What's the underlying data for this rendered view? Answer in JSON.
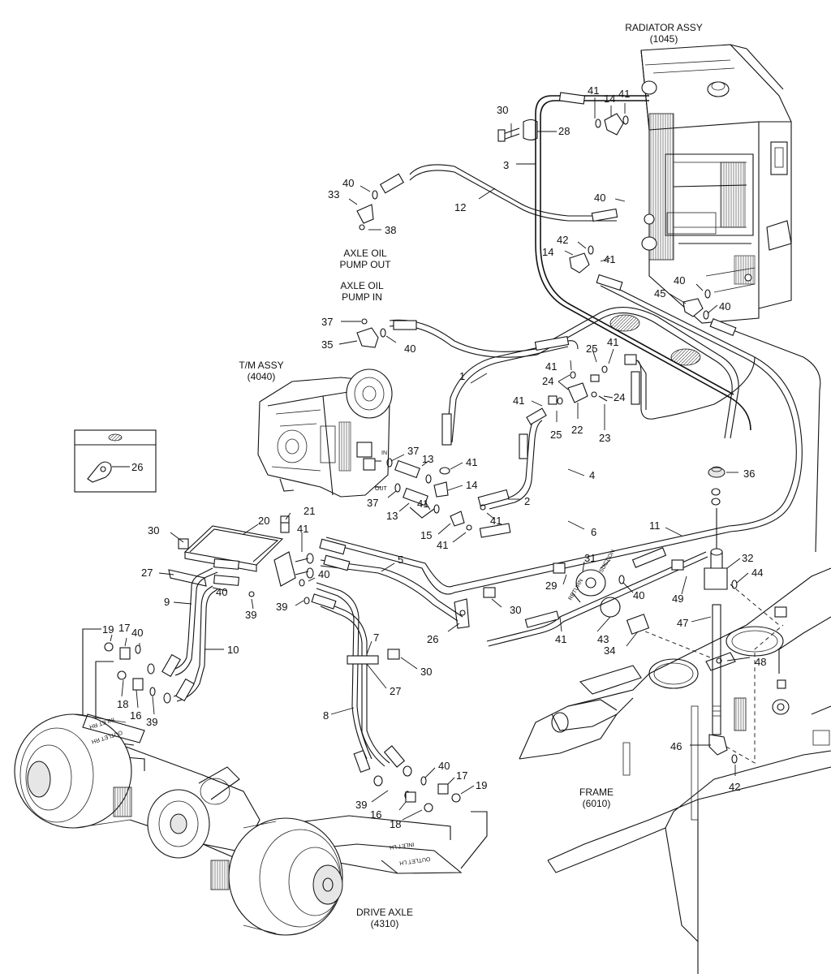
{
  "assemblies": {
    "radiator": {
      "name": "RADIATOR ASSY",
      "code": "(1045)"
    },
    "transmission": {
      "name": "T/M ASSY",
      "code": "(4040)"
    },
    "frame": {
      "name": "FRAME",
      "code": "(6010)"
    },
    "drive_axle": {
      "name": "DRIVE AXLE",
      "code": "(4310)"
    }
  },
  "port_labels": {
    "axle_pump_out": [
      "AXLE OIL",
      "PUMP OUT"
    ],
    "axle_pump_in": [
      "AXLE OIL",
      "PUMP IN"
    ],
    "tm_in": "IN",
    "tm_out": "OUT",
    "suction": "SUCTION",
    "return": "RETURN",
    "inlet_rh": "INLET RH",
    "outlet_rh": "OUTLET RH",
    "inlet_lh": "INLET LH",
    "outlet_lh": "OUTLET LH"
  },
  "inset_callout": "26",
  "callouts": {
    "c30a": "30",
    "c41a": "41",
    "c14a": "14",
    "c41b": "41",
    "c28": "28",
    "c3": "3",
    "c40a": "40",
    "c33": "33",
    "c38": "38",
    "c12": "12",
    "c40b": "40",
    "c42a": "42",
    "c14b": "14",
    "c41c": "41",
    "c40c": "40",
    "c45": "45",
    "c40d": "40",
    "c37a": "37",
    "c35": "35",
    "c40e": "40",
    "c41d": "41",
    "c25a": "25",
    "c41e": "41",
    "c24a": "24",
    "c24b": "24",
    "c1": "1",
    "c41f": "41",
    "c25b": "25",
    "c22": "22",
    "c23": "23",
    "c37b": "37",
    "c13a": "13",
    "c41g": "41",
    "c14c": "14",
    "c37c": "37",
    "c13b": "13",
    "c41h": "41",
    "c2": "2",
    "c41i": "41",
    "c15": "15",
    "c41j": "41",
    "c4": "4",
    "c6": "6",
    "c36": "36",
    "c11": "11",
    "c32": "32",
    "c44": "44",
    "c49": "49",
    "c20": "20",
    "c21": "21",
    "c30b": "30",
    "c41k": "41",
    "c27a": "27",
    "c40f": "40",
    "c40g": "40",
    "c39a": "39",
    "c39b": "39",
    "c5": "5",
    "c31": "31",
    "c29": "29",
    "c30c": "30",
    "c40h": "40",
    "c9": "9",
    "c10": "10",
    "c19a": "19",
    "c17a": "17",
    "c40i": "40",
    "c18a": "18",
    "c16a": "16",
    "c39c": "39",
    "c26": "26",
    "c41l": "41",
    "c43": "43",
    "c34": "34",
    "c47": "47",
    "c48": "48",
    "c7": "7",
    "c30d": "30",
    "c27b": "27",
    "c8": "8",
    "c46": "46",
    "c42b": "42",
    "c40j": "40",
    "c17b": "17",
    "c19b": "19",
    "c39d": "39",
    "c16b": "16",
    "c18b": "18"
  }
}
